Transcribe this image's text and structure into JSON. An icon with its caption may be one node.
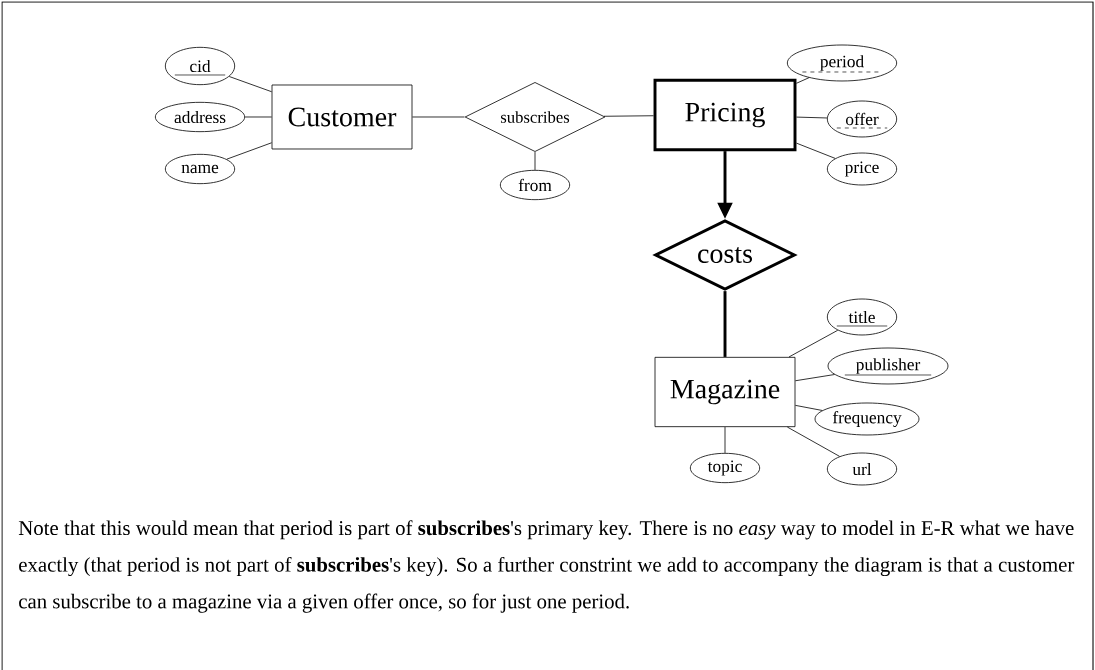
{
  "diagram": {
    "nodes": [
      {
        "text": [
          "Customer"
        ]
      },
      {
        "text": [
          "subscribes"
        ]
      },
      {
        "text": [
          "Pricing"
        ]
      },
      {
        "text": [
          "costs"
        ]
      },
      {
        "text": [
          "Magazine"
        ]
      },
      {
        "text": [
          "cid"
        ]
      },
      {
        "text": [
          "address"
        ]
      },
      {
        "text": [
          "name"
        ]
      },
      {
        "text": [
          "from"
        ]
      },
      {
        "text": [
          "period"
        ]
      },
      {
        "text": [
          "offer"
        ]
      },
      {
        "text": [
          "price"
        ]
      },
      {
        "text": [
          "title"
        ]
      },
      {
        "text": [
          "publisher"
        ]
      },
      {
        "text": [
          "frequency"
        ]
      },
      {
        "text": [
          "url"
        ]
      },
      {
        "text": [
          "topic"
        ]
      }
    ],
    "edges": [
      {
        "from": 5,
        "to": 0,
        "arrow": "none"
      },
      {
        "from": 6,
        "to": 0,
        "arrow": "none"
      },
      {
        "from": 7,
        "to": 0,
        "arrow": "none"
      },
      {
        "from": 0,
        "to": 1,
        "arrow": "none"
      },
      {
        "from": 8,
        "to": 1,
        "arrow": "none"
      },
      {
        "from": 1,
        "to": 2,
        "arrow": "none"
      },
      {
        "from": 9,
        "to": 2,
        "arrow": "none"
      },
      {
        "from": 10,
        "to": 2,
        "arrow": "none"
      },
      {
        "from": 11,
        "to": 2,
        "arrow": "none"
      },
      {
        "from": 2,
        "to": 3,
        "arrow": "to",
        "style": "thick"
      },
      {
        "from": 3,
        "to": 4,
        "arrow": "none",
        "style": "thick"
      },
      {
        "from": 12,
        "to": 4,
        "arrow": "none"
      },
      {
        "from": 13,
        "to": 4,
        "arrow": "none"
      },
      {
        "from": 14,
        "to": 4,
        "arrow": "none"
      },
      {
        "from": 15,
        "to": 4,
        "arrow": "none"
      },
      {
        "from": 16,
        "to": 4,
        "arrow": "none"
      }
    ],
    "labels": [
      "Note that this would mean that period is part of **subscribes**'s primary key. There is no *easy* way to model in E-R what we have exactly (that period is not part of **subscribes**'s key). So a further constrint we add to accompany the diagram is that a customer can subscribe to a magazine via a given offer once, so for just one period."
    ]
  }
}
